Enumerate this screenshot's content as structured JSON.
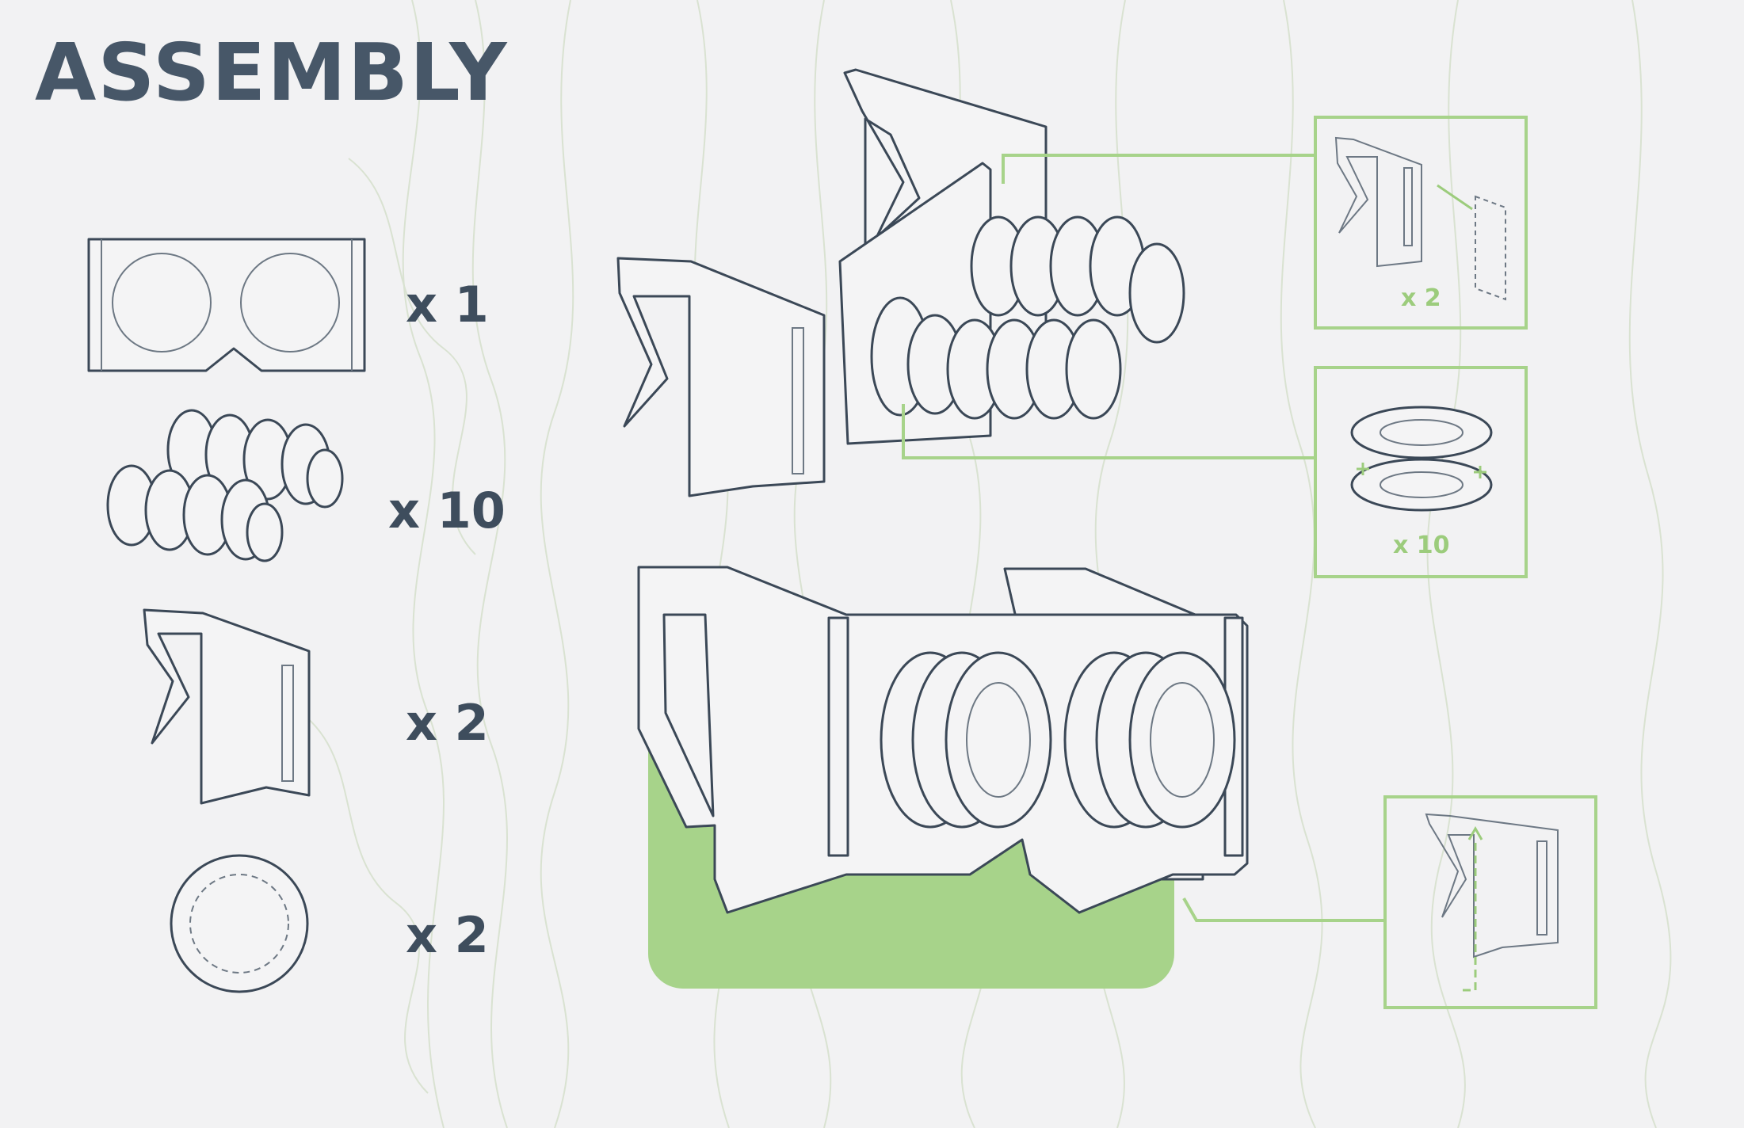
{
  "header": {
    "title": "ASSEMBLY"
  },
  "parts": [
    {
      "name": "frame",
      "quantity": "x 1"
    },
    {
      "name": "springs",
      "quantity": "x 10"
    },
    {
      "name": "clip",
      "quantity": "x 2"
    },
    {
      "name": "lens",
      "quantity": "x 2"
    }
  ],
  "callouts": [
    {
      "quantity": "x 2"
    },
    {
      "quantity": "x 10"
    }
  ],
  "colors": {
    "background": "#f2f2f3",
    "line": "#3b4857",
    "title": "#475768",
    "accent_green": "#a7d38a"
  }
}
